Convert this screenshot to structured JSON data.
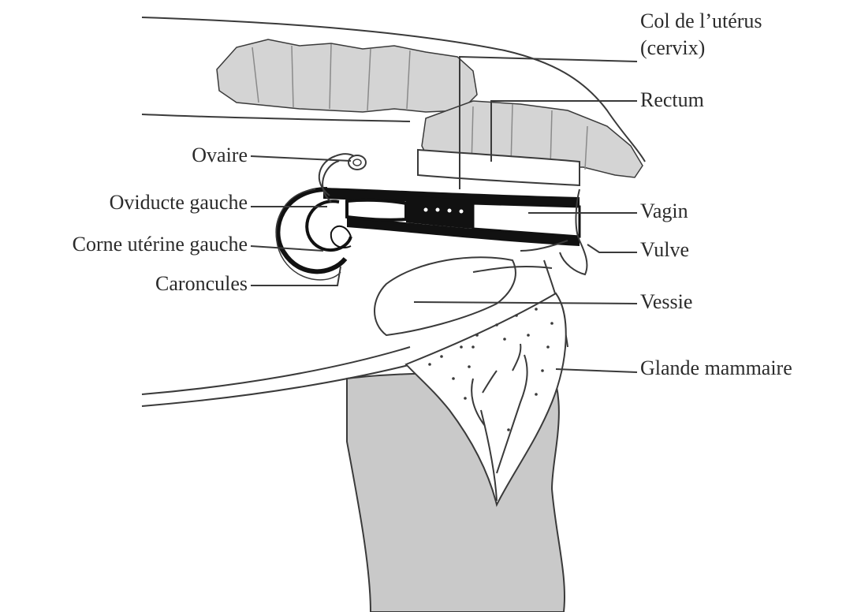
{
  "labels": {
    "col_uterus_line1": "Col de l’utérus",
    "col_uterus_line2": "(cervix)",
    "rectum": "Rectum",
    "ovaire": "Ovaire",
    "oviducte": "Oviducte gauche",
    "corne": "Corne utérine gauche",
    "caroncules": "Caroncules",
    "vagin": "Vagin",
    "vulve": "Vulve",
    "vessie": "Vessie",
    "glande": "Glande mammaire"
  },
  "colors": {
    "outline": "#3a3a3a",
    "bone_fill": "#d4d4d4",
    "udder_shade": "#c9c9c9",
    "tract_fill": "#111111"
  }
}
